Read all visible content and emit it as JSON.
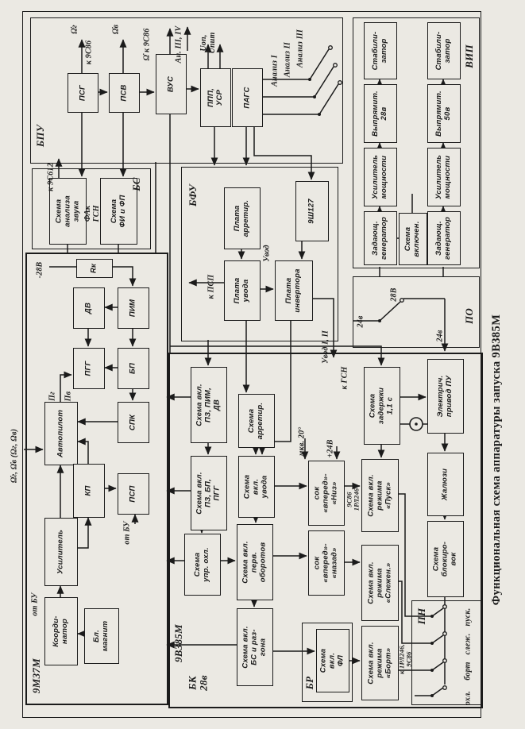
{
  "colors": {
    "paper": "#ebe9e3",
    "ink": "#1b1b1b"
  },
  "title": "Функциональная схема аппаратуры запуска 9В385М",
  "regions": {
    "bpu": "БПУ",
    "bs": "БС",
    "vip": "ВИП",
    "po": "ПО",
    "bfu": "БФУ",
    "m937": "9М37М",
    "v9385": "9В385М",
    "bk": "БК\n28в",
    "br": "БР",
    "pn": "ПН"
  },
  "blocks": {
    "psg": "ПСГ",
    "psv": "ПСВ",
    "vus": "ВУС",
    "ppp": "ППП,\nУСР",
    "pags": "ПАГС",
    "analiz": "Схема\nанализа\nзвука",
    "fifp": "Схема\nФИ и ФП",
    "stab1": "Стабили-\nзатор",
    "stab2": "Стабили-\nзатор",
    "vypr28": "Выпрямит.\n28в",
    "vypr50": "Выпрямит.\n50в",
    "usm1": "Усилитель\nмощности",
    "usm2": "Усилитель\nмощности",
    "zadgen1": "Задающ.\nгенератор",
    "zadgen2": "Задающ.\nгенератор",
    "vkl": "Схема\nвключен.",
    "sh9127": "9Ш127",
    "parret": "Плата\nарретир.",
    "puvoda": "Плата\nувода",
    "pinv": "Плата\nинвертора",
    "rk": "Rк",
    "dv": "ДВ",
    "pim": "ПИМ",
    "pgg": "ПГГ",
    "bp": "БП",
    "autopilot": "Автопилот",
    "spk": "СПК",
    "kp": "КП",
    "psp": "ПСП",
    "usil": "Усилитель",
    "koord": "Коорди-\nнатор",
    "blmag": "Бл.\nмагнит",
    "s_pzpimdv": "Схема вкл.\nПЗ, ПИМ,\nДВ",
    "s_arret": "Схема\nарретир.",
    "s_pzbppgg": "Схема вкл.\nПЗ, БП,\nПГГ",
    "s_uvoda": "Схема\nвкл.\nувода",
    "s_uprohl": "Схема\nупр. охл.",
    "s_pervob": "Схема вкл.\nперв.\nоборотов",
    "s_bsrazg": "Схема вкл.\nБС и раз-\nгона",
    "s_fl": "Схема\nвкл.\nФЛ",
    "sok_niz": "сок\n«вперед»-\n«Низ»",
    "sok_nazad": "сок\n«вперед»-\n«назад»",
    "s_pusk": "Схема вкл.\nрежима\n«Пуск»",
    "s_slezh": "Схема вкл.\nрежима\n«Слежен.»",
    "s_bort": "Схема вкл.\nрежима\n«Борт»",
    "s_zad": "Схема\nзадержки\n1,1 с",
    "el_privod": "Электрич.\nпривод ПУ",
    "zhaluzi": "Жалюзи",
    "s_blok": "Схема\nблокиро-\nвок"
  },
  "labels": {
    "omega_g": "Ω̇г",
    "omega_v": "Ω̇в",
    "k9s86": "к 9С86",
    "vus_out": "Ω̇ к 9С86",
    "an34": "Ан. III, IV",
    "uop": "Uоп,\nUпит",
    "analiz1": "Анализ I",
    "analiz2": "Анализ II",
    "analiz3": "Анализ III",
    "k9s612": "к 9С612",
    "fak": "ФАк\nГСН",
    "uvod": "Увод",
    "kpsp": "к ПСП",
    "uvod12": "Увод I, II",
    "kgsn": "к ГСН",
    "m28": "-28В",
    "pg": "Пг",
    "pv": "Пв",
    "otbu1": "от БУ",
    "otbu2": "от БУ",
    "omegas": "Ω̇г, Ω̇в (Ωг, Ωв)",
    "mkv": "мкв. 20°",
    "p24": "+24В",
    "r9s86": "9С86\n1РЛ246",
    "k1rl": "к 1РЛ246,\n9С86",
    "v28": "28В",
    "v24a": "24в",
    "v24b": "24в",
    "pn_pusk": "пуск.",
    "pn_slezh": "слеж.",
    "pn_bort": "борт",
    "pn_ohl": "охл."
  }
}
